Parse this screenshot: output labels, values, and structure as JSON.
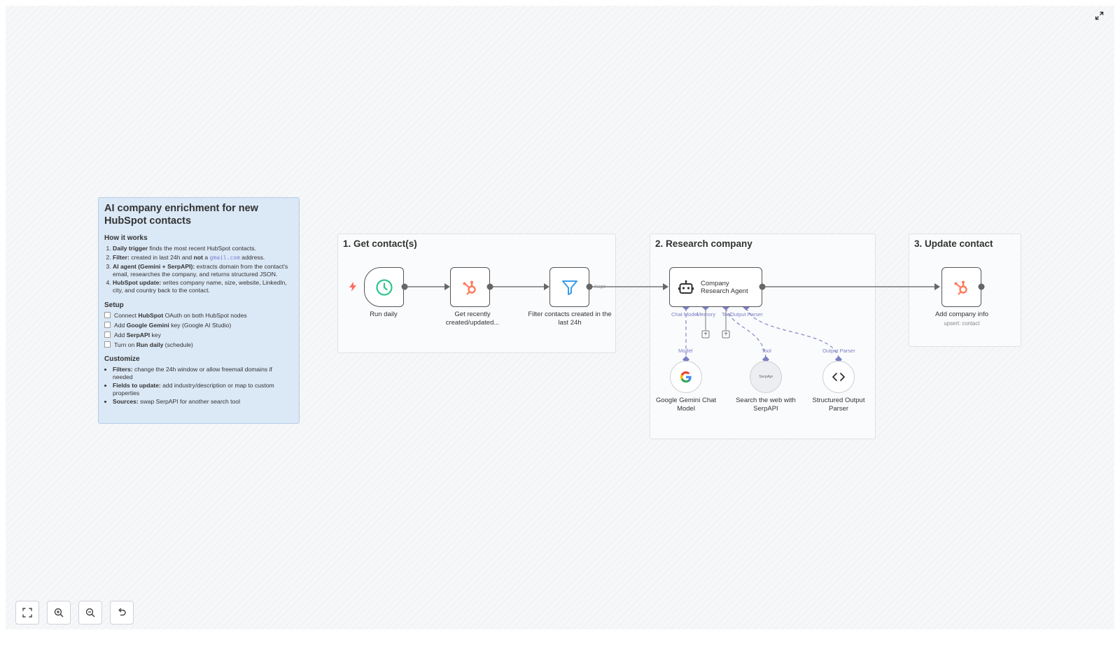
{
  "note": {
    "title": "AI company enrichment for new HubSpot contacts",
    "how_heading": "How it works",
    "how_items": [
      {
        "bold": "Daily trigger",
        "text": " finds the most recent HubSpot contacts."
      },
      {
        "bold": "Filter:",
        "text1": " created in last 24h and ",
        "bold2": "not",
        "text2": " a ",
        "code": "gmail.com",
        "text3": " address."
      },
      {
        "bold": "AI agent (Gemini + SerpAPI):",
        "text": " extracts domain from the contact's email, researches the company, and returns structured JSON."
      },
      {
        "bold": "HubSpot update:",
        "text": " writes company name, size, website, LinkedIn, city, and country back to the contact."
      }
    ],
    "setup_heading": "Setup",
    "setup_items": [
      {
        "pre": "Connect ",
        "bold": "HubSpot",
        "post": " OAuth on both HubSpot nodes"
      },
      {
        "pre": "Add ",
        "bold": "Google Gemini",
        "post": " key (Google AI Studio)"
      },
      {
        "pre": "Add ",
        "bold": "SerpAPI",
        "post": " key"
      },
      {
        "pre": "Turn on ",
        "bold": "Run daily",
        "post": " (schedule)"
      }
    ],
    "customize_heading": "Customize",
    "customize_items": [
      {
        "bold": "Filters:",
        "text": " change the 24h window or allow freemail domains if needed"
      },
      {
        "bold": "Fields to update:",
        "text": " add industry/description or map to custom properties"
      },
      {
        "bold": "Sources:",
        "text": " swap SerpAPI for another search tool"
      }
    ]
  },
  "sections": {
    "get_contacts": "1. Get contact(s)",
    "research": "2. Research company",
    "update": "3. Update contact"
  },
  "nodes": {
    "run_daily": "Run daily",
    "get_recent": "Get recently created/updated...",
    "filter": "Filter contacts created in the last 24h",
    "agent": "Company Research Agent",
    "add_info": "Add company info",
    "add_info_sub": "upsert: contact",
    "gemini": "Google Gemini Chat Model",
    "serpapi": "Search the web with SerpAPI",
    "serpapi_logo": "SerpApi",
    "parser": "Structured Output Parser"
  },
  "labels": {
    "kept": "Kept",
    "chat_model": "Chat Model",
    "memory": "Memory",
    "tool": "Tool",
    "output_parser": "Output Parser",
    "model_in": "Model",
    "tool_in": "Tool",
    "parser_in": "Output Parser"
  },
  "icons": {
    "expand": "expand-icon",
    "fit": "fit-view-icon",
    "zoom_in": "zoom-in-icon",
    "zoom_out": "zoom-out-icon",
    "reset": "undo-icon"
  },
  "colors": {
    "hubspot": "#ff7a59",
    "schedule": "#31c48d",
    "filter": "#3b9ce8",
    "connector": "#7b7fc4",
    "trigger_bolt": "#ff6d5a"
  }
}
